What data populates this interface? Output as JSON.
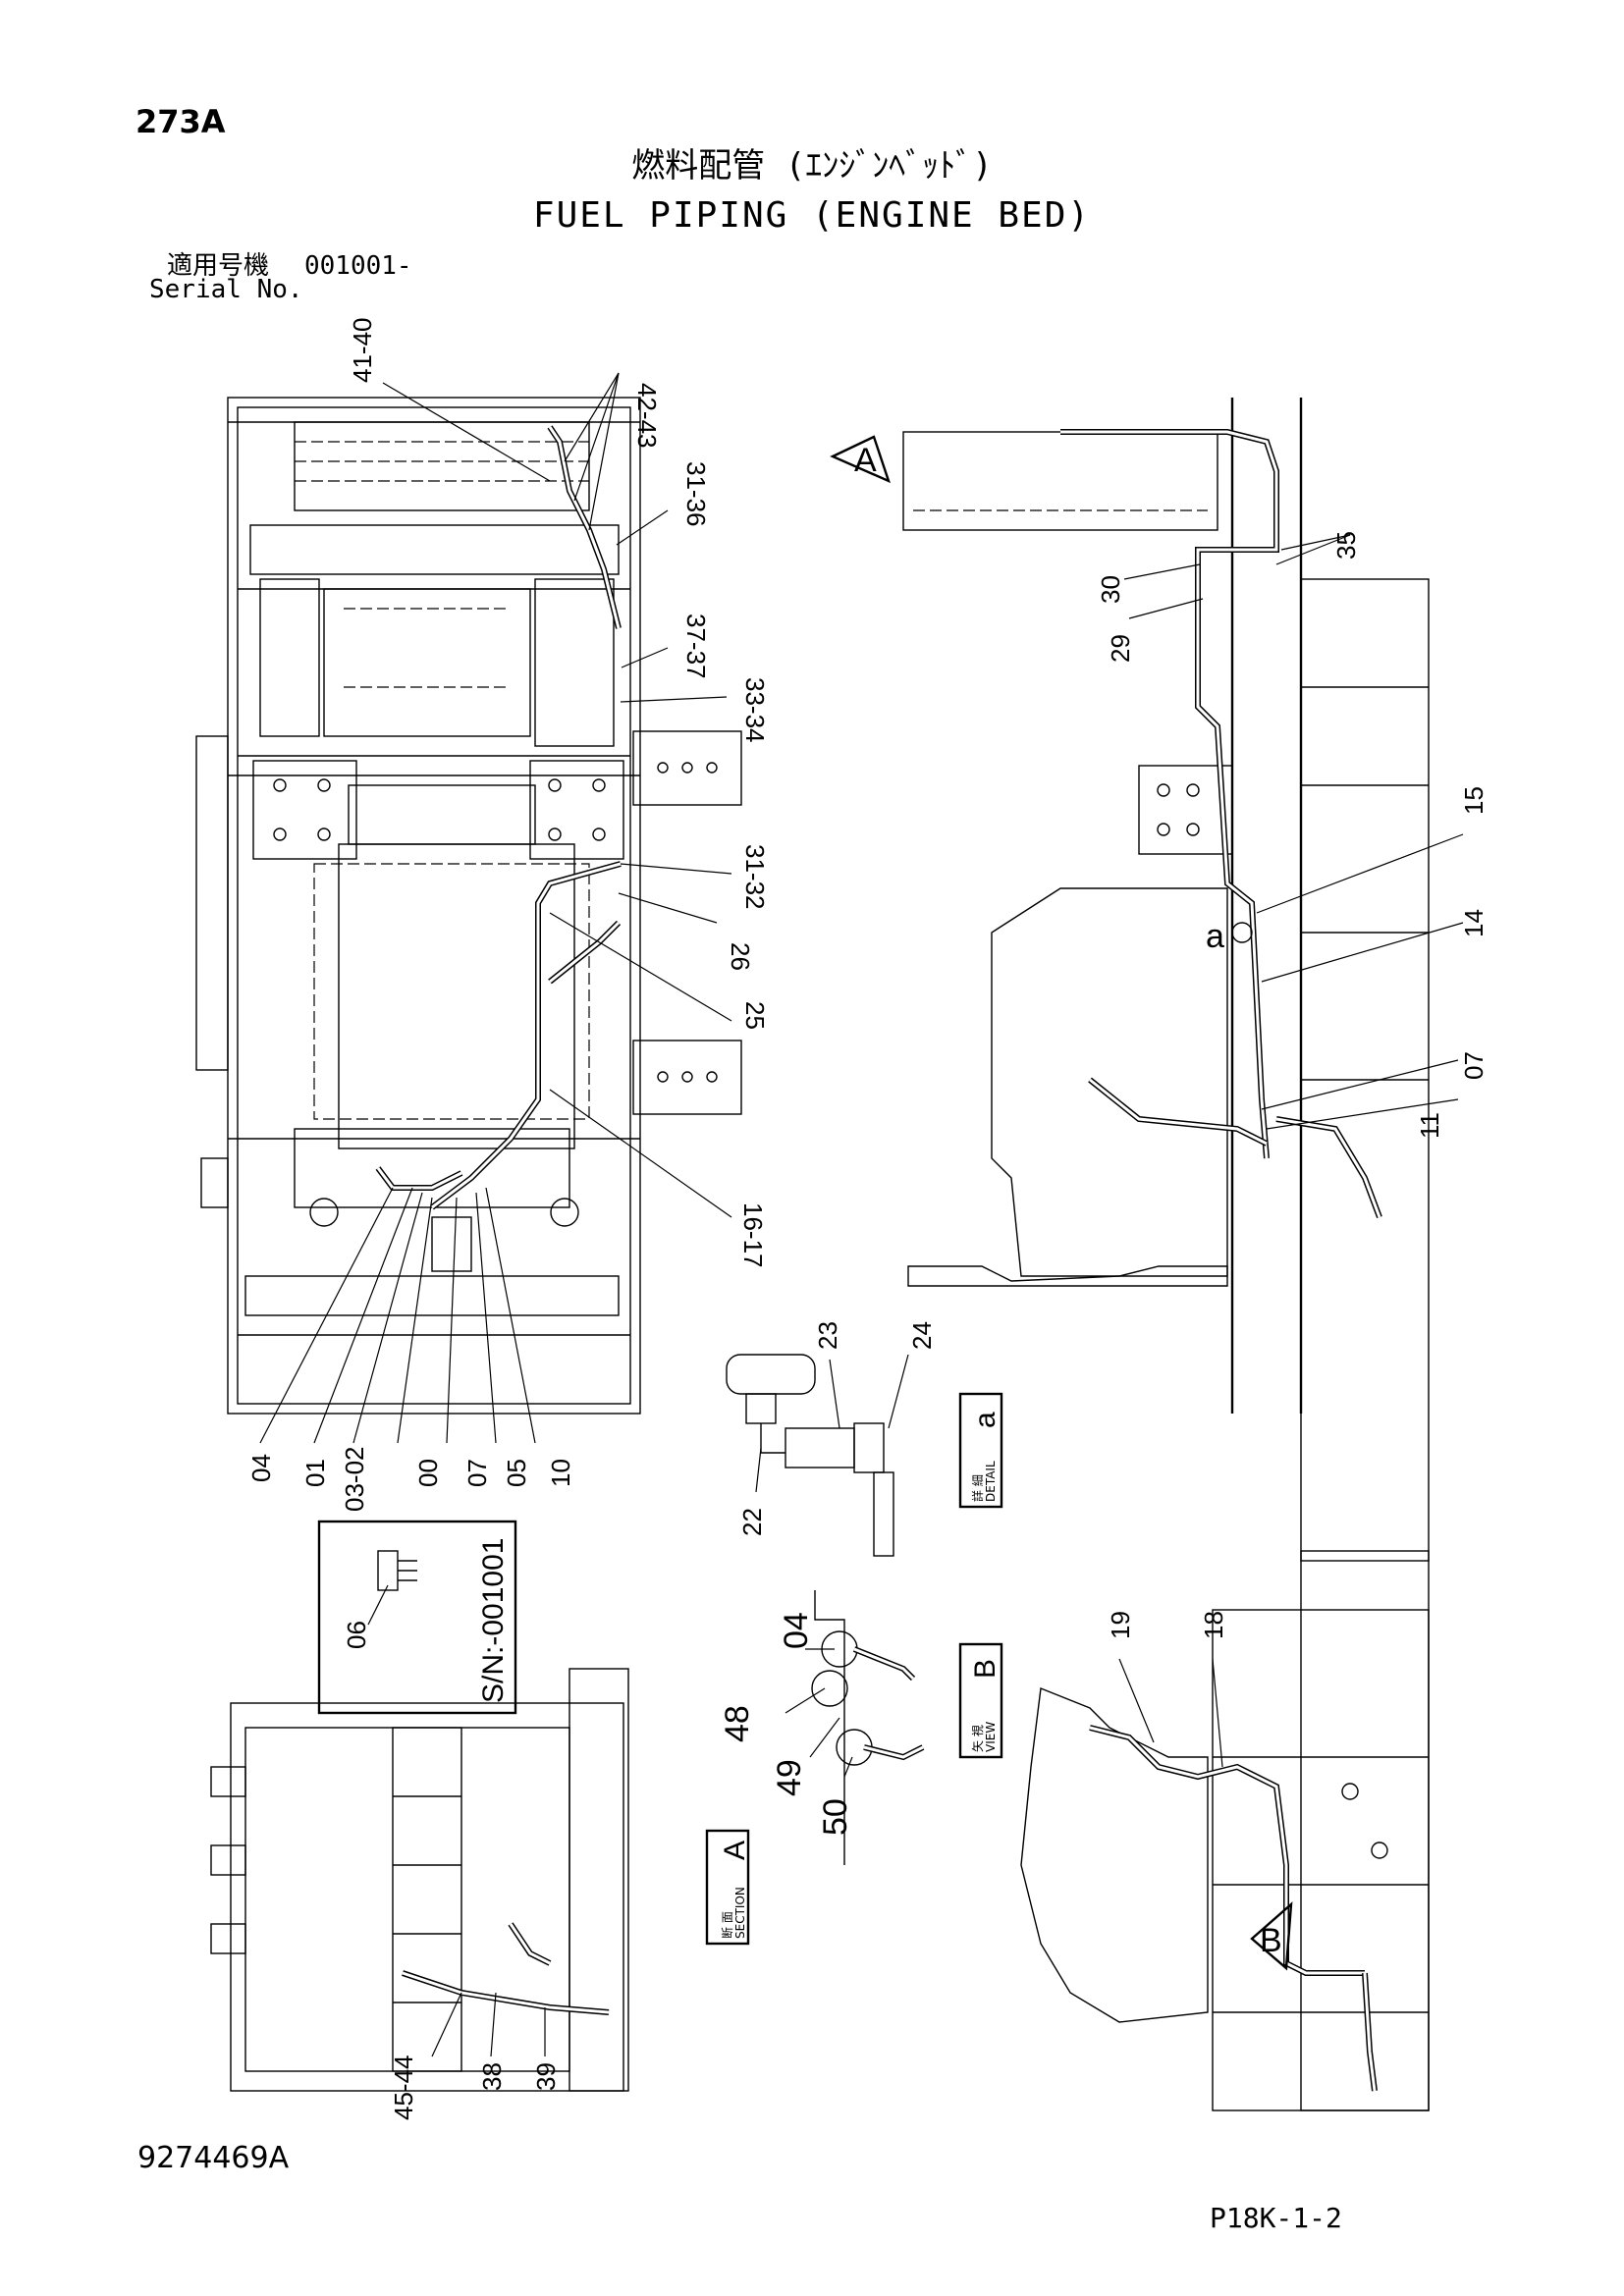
{
  "page_number": "273A",
  "title_jp": "燃料配管 (ｴﾝｼﾞﾝﾍﾞｯﾄﾞ)",
  "title_en": "FUEL PIPING (ENGINE BED)",
  "serial": {
    "label_jp": "適用号機",
    "label_en": "Serial No.",
    "value": "001001-"
  },
  "document_number": "9274469A",
  "sheet_code": "P18K-1-2",
  "views": {
    "arrow_a": "A",
    "arrow_b": "B",
    "detail_a": {
      "jp": "詳 細",
      "en": "DETAIL",
      "letter": "a"
    },
    "view_b": {
      "jp": "矢 視",
      "en": "VIEW",
      "letter": "B"
    },
    "section_a": {
      "jp": "断 面",
      "en": "SECTION",
      "letter": "A"
    },
    "serial_box": "S/N:-001001",
    "detail_marker": "a"
  },
  "callouts": {
    "c41_40": "41-40",
    "c42_43": "42-43",
    "c31_36": "31-36",
    "c37_37": "37-37",
    "c33_34": "33-34",
    "c31_32": "31-32",
    "c26": "26",
    "c25": "25",
    "c16_17": "16-17",
    "c04": "04",
    "c01": "01",
    "c03_02": "03-02",
    "c00": "00",
    "c07": "07",
    "c05": "05",
    "c10": "10",
    "c06": "06",
    "c35": "35",
    "c30": "30",
    "c29": "29",
    "c15": "15",
    "c14": "14",
    "c07r": "07",
    "c11": "11",
    "c23": "23",
    "c24": "24",
    "c22": "22",
    "c04b": "04",
    "c48": "48",
    "c49": "49",
    "c50": "50",
    "c19": "19",
    "c18": "18",
    "c45_44": "45-44",
    "c38": "38",
    "c39": "39"
  }
}
